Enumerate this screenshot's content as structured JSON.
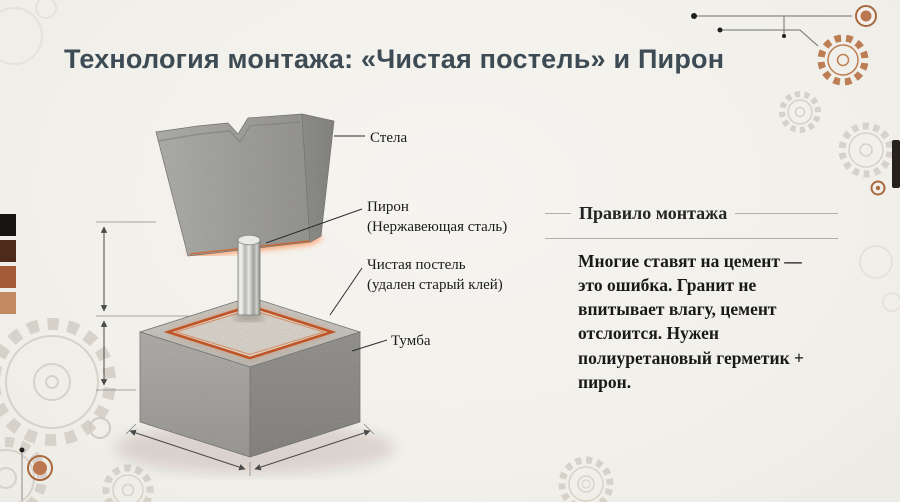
{
  "title": "Технология монтажа: «Чистая постель» и Пирон",
  "diagram": {
    "stela_label": "Стела",
    "piron_label_1": "Пирон",
    "piron_label_2": "(Нержавеющая сталь)",
    "bed_label_1": "Чистая постель",
    "bed_label_2": "(удален старый клей)",
    "tumba_label": "Тумба"
  },
  "rule_panel": {
    "heading": "Правило монтажа",
    "body": "Многие ставят на цемент — это ошибка. Гранит не впитывает влагу, цемент отслоится. Нужен полиуретановый герметик + пирон."
  },
  "colors": {
    "background": "#f2f0ea",
    "title": "#3d4b55",
    "accent_copper": "#bd7e55",
    "glow_orange": "#ff7326",
    "granite_gray": "#a8a6a2",
    "text": "#191919"
  },
  "swatches": [
    "#181411",
    "#4e2a1b",
    "#a25b36",
    "#c28a62"
  ]
}
